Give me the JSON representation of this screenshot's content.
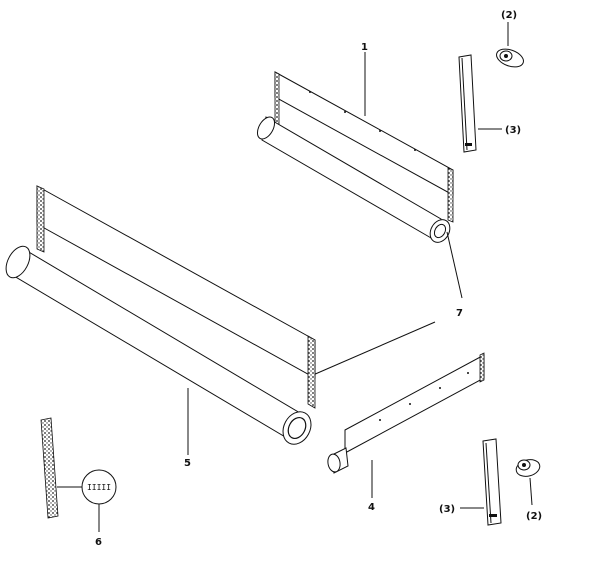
{
  "labels": {
    "part_1": "1",
    "part_2_top": "(2)",
    "part_3_top": "(3)",
    "part_7": "7",
    "part_5": "5",
    "part_4": "4",
    "part_3_bottom": "(3)",
    "part_2_bottom": "(2)",
    "part_6": "6",
    "detail_marks": "IIIII"
  }
}
